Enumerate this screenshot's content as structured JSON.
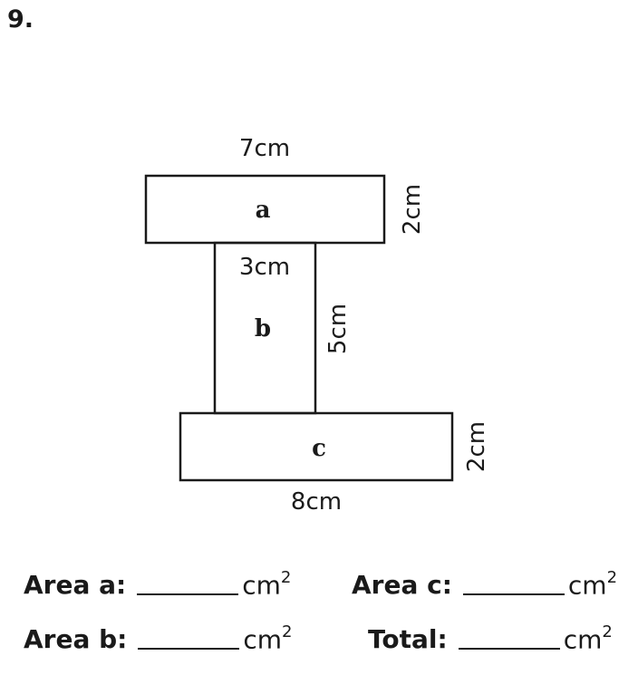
{
  "question_number": "9.",
  "shapes": [
    {
      "id": "a",
      "label": "a",
      "top_width": "7cm",
      "side": "2cm"
    },
    {
      "id": "b",
      "label": "b",
      "top_width": "3cm",
      "side": "5cm"
    },
    {
      "id": "c",
      "label": "c",
      "bottom_width": "8cm",
      "side": "2cm"
    }
  ],
  "answers": [
    {
      "label": "Area a:",
      "unit": "cm",
      "exponent": "2"
    },
    {
      "label": "Area b:",
      "unit": "cm",
      "exponent": "2"
    },
    {
      "label": "Area c:",
      "unit": "cm",
      "exponent": "2"
    },
    {
      "label": "Total:",
      "unit": "cm",
      "exponent": "2"
    }
  ]
}
